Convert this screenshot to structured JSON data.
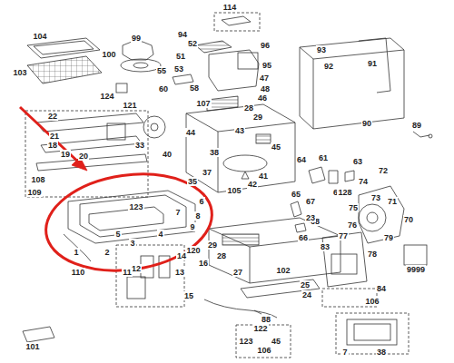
{
  "diagram": {
    "labels": [
      "114",
      "104",
      "99",
      "94",
      "52",
      "96",
      "51",
      "53",
      "95",
      "100",
      "103",
      "124",
      "55",
      "60",
      "58",
      "47",
      "48",
      "46",
      "28",
      "29",
      "93",
      "92",
      "91",
      "90",
      "89",
      "45",
      "43",
      "107",
      "44",
      "121",
      "33",
      "22",
      "21",
      "18",
      "20",
      "19",
      "40",
      "38",
      "37",
      "35",
      "108",
      "109",
      "64",
      "61",
      "63",
      "62",
      "105",
      "42",
      "41",
      "65",
      "67",
      "68",
      "66",
      "72",
      "74",
      "128",
      "73",
      "75",
      "71",
      "70",
      "76",
      "77",
      "79",
      "78",
      "9999",
      "6",
      "7",
      "8",
      "9",
      "123",
      "4",
      "3",
      "5",
      "2",
      "1",
      "110",
      "29",
      "28",
      "27",
      "23",
      "102",
      "25",
      "24",
      "83",
      "84",
      "106",
      "120",
      "14",
      "16",
      "13",
      "12",
      "11",
      "15",
      "88",
      "101",
      "122",
      "123",
      "45",
      "106",
      "7",
      "38"
    ]
  }
}
